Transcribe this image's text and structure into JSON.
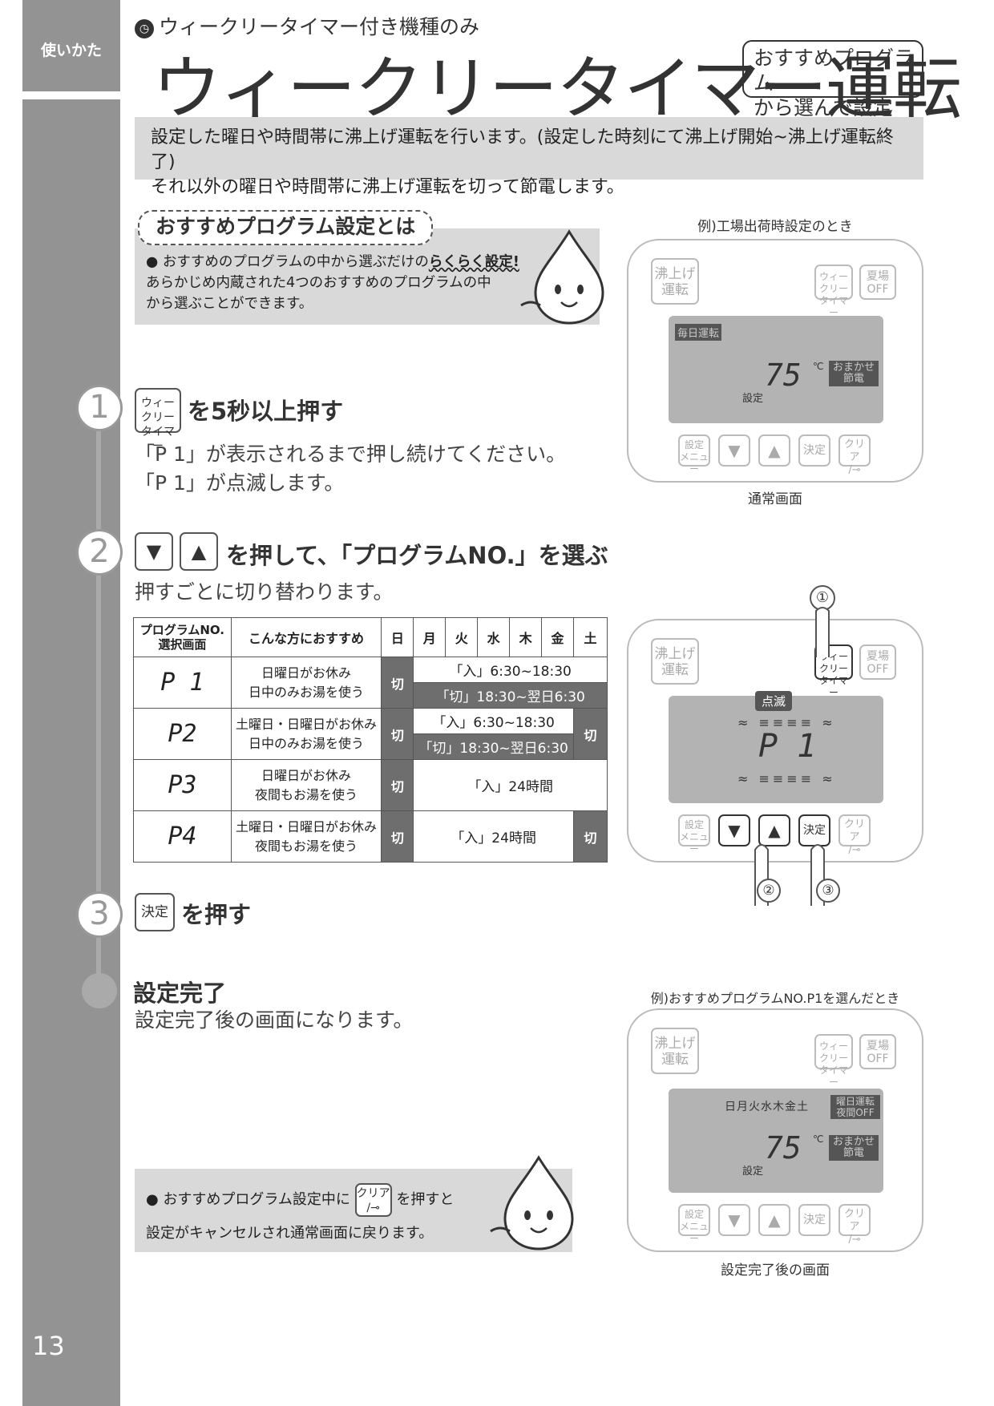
{
  "sidebar": {
    "tab_label": "使いかた",
    "page_number": "13"
  },
  "header": {
    "subtitle": "ウィークリータイマー付き機種のみ",
    "title": "ウィークリータイマー運転",
    "badge_line1": "おすすめプログラム",
    "badge_line2": "から選んで設定"
  },
  "intro": {
    "line1": "設定した曜日や時間帯に沸上げ運転を行います。(設定した時刻にて沸上げ開始~沸上げ運転終了)",
    "line2": "それ以外の曜日や時間帯に沸上げ運転を切って節電します。"
  },
  "info": {
    "label": "おすすめプログラム設定とは",
    "line1_pre": "おすすめのプログラムの中から選ぶだけの",
    "line1_bold": "らくらく設定!",
    "line2": "あらかじめ内蔵された4つのおすすめのプログラムの中",
    "line3": "から選ぶことができます。"
  },
  "steps": {
    "s1": {
      "num": "1",
      "key": "ウィークリー タイマー",
      "head": "を5秒以上押す",
      "body1": "「P 1」が表示されるまで押し続けてください。",
      "body2": "「P 1」が点滅します。"
    },
    "s2": {
      "num": "2",
      "head": "を押して、「プログラムNO.」を選ぶ",
      "body": "押すごとに切り替わります。"
    },
    "s3": {
      "num": "3",
      "key": "決定",
      "head": "を押す"
    },
    "done": {
      "head": "設定完了",
      "body": "設定完了後の画面になります。"
    }
  },
  "table": {
    "headers": [
      "プログラムNO. 選択画面",
      "こんな方におすすめ",
      "日",
      "月",
      "火",
      "水",
      "木",
      "金",
      "土"
    ],
    "rows": [
      {
        "no": "P 1",
        "desc1": "日曜日がお休み",
        "desc2": "日中のみお湯を使う",
        "off": "切",
        "on": "「入」6:30~18:30",
        "cut": "「切」18:30~翌日6:30"
      },
      {
        "no": "P2",
        "desc1": "土曜日・日曜日がお休み",
        "desc2": "日中のみお湯を使う",
        "off": "切",
        "on": "「入」6:30~18:30",
        "cut": "「切」18:30~翌日6:30",
        "off_sat": "切"
      },
      {
        "no": "P3",
        "desc1": "日曜日がお休み",
        "desc2": "夜間もお湯を使う",
        "off": "切",
        "on": "「入」24時間"
      },
      {
        "no": "P4",
        "desc1": "土曜日・日曜日がお休み",
        "desc2": "夜間もお湯を使う",
        "off": "切",
        "on": "「入」24時間",
        "off_sat": "切"
      }
    ]
  },
  "remote": {
    "boil_btn": "沸上げ 運転",
    "weekly_btn": "ウィークリー タイマー",
    "summer_btn": "夏場 OFF",
    "menu_btn": "設定 メニュー",
    "decide_btn": "決定",
    "clear_btn": "クリア",
    "temp": "75",
    "unit": "℃",
    "set_label": "設定",
    "omakase": "おまかせ 節電",
    "daily_label": "毎日運転",
    "blink_label": "点滅",
    "blink_display": "P 1",
    "weekday_label": "日月火水木金土",
    "mode_label1": "曜日運転",
    "mode_label2": "夜間OFF",
    "hand1": "①",
    "hand2": "②",
    "hand3": "③"
  },
  "captions": {
    "top_note": "例)工場出荷時設定のとき",
    "top_caption": "通常画面",
    "bottom_note": "例)おすすめプログラムNO.P1を選んだとき",
    "bottom_caption": "設定完了後の画面"
  },
  "note": {
    "pre": "おすすめプログラム設定中に",
    "key": "クリア",
    "post": "を押すと",
    "line2": "設定がキャンセルされ通常画面に戻ります。"
  }
}
